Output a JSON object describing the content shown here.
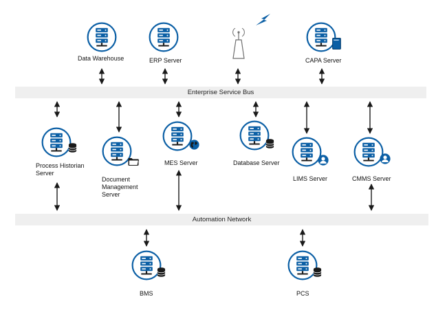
{
  "colors": {
    "primary": "#0b5fa5",
    "icon_dark": "#1a1a1a",
    "bus_fill": "#efefef",
    "arrow": "#1a1a1a"
  },
  "buses": {
    "esb": {
      "label": "Enterprise Service Bus"
    },
    "automation": {
      "label": "Automation Network"
    }
  },
  "nodes": {
    "data_warehouse": {
      "label": "Data Warehouse",
      "icon": "server-icon"
    },
    "erp_server": {
      "label": "ERP Server",
      "icon": "server-icon"
    },
    "wireless_antenna": {
      "label": "",
      "icon": "antenna-icon"
    },
    "capa_server": {
      "label": "CAPA Server",
      "icon": "server-book-icon"
    },
    "process_historian": {
      "label": "Process Historian\nServer",
      "icon": "server-database-icon"
    },
    "document_management": {
      "label": "Document\nManagement\nServer",
      "icon": "server-folder-icon"
    },
    "mes_server": {
      "label": "MES Server",
      "icon": "server-globe-icon"
    },
    "database_server": {
      "label": "Database Server",
      "icon": "server-database-icon"
    },
    "lims_server": {
      "label": "LIMS Server",
      "icon": "server-user-icon"
    },
    "cmms_server": {
      "label": "CMMS Server",
      "icon": "server-user-icon"
    },
    "bms": {
      "label": "BMS",
      "icon": "server-database-icon"
    },
    "pcs": {
      "label": "PCS",
      "icon": "server-database-icon"
    }
  }
}
